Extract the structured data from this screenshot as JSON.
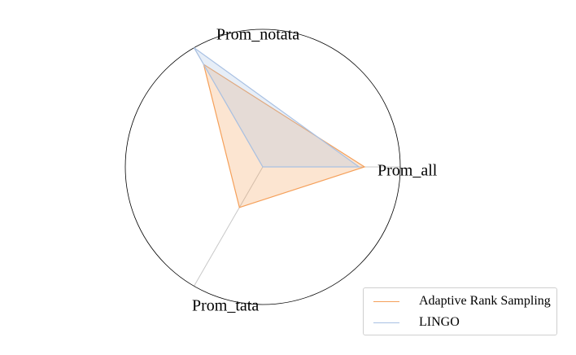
{
  "chart_data": {
    "type": "radar",
    "axes": [
      "Prom_all",
      "Prom_notata",
      "Prom_tata"
    ],
    "rmax": 1.0,
    "grid": false,
    "legend_position": "lower-right",
    "series": [
      {
        "name": "Adaptive Rank Sampling",
        "values": [
          0.74,
          0.86,
          0.34
        ],
        "color": "#f5a05a"
      },
      {
        "name": "LINGO",
        "values": [
          0.7,
          1.0,
          0.0
        ],
        "color": "#a9c1e3"
      }
    ]
  }
}
